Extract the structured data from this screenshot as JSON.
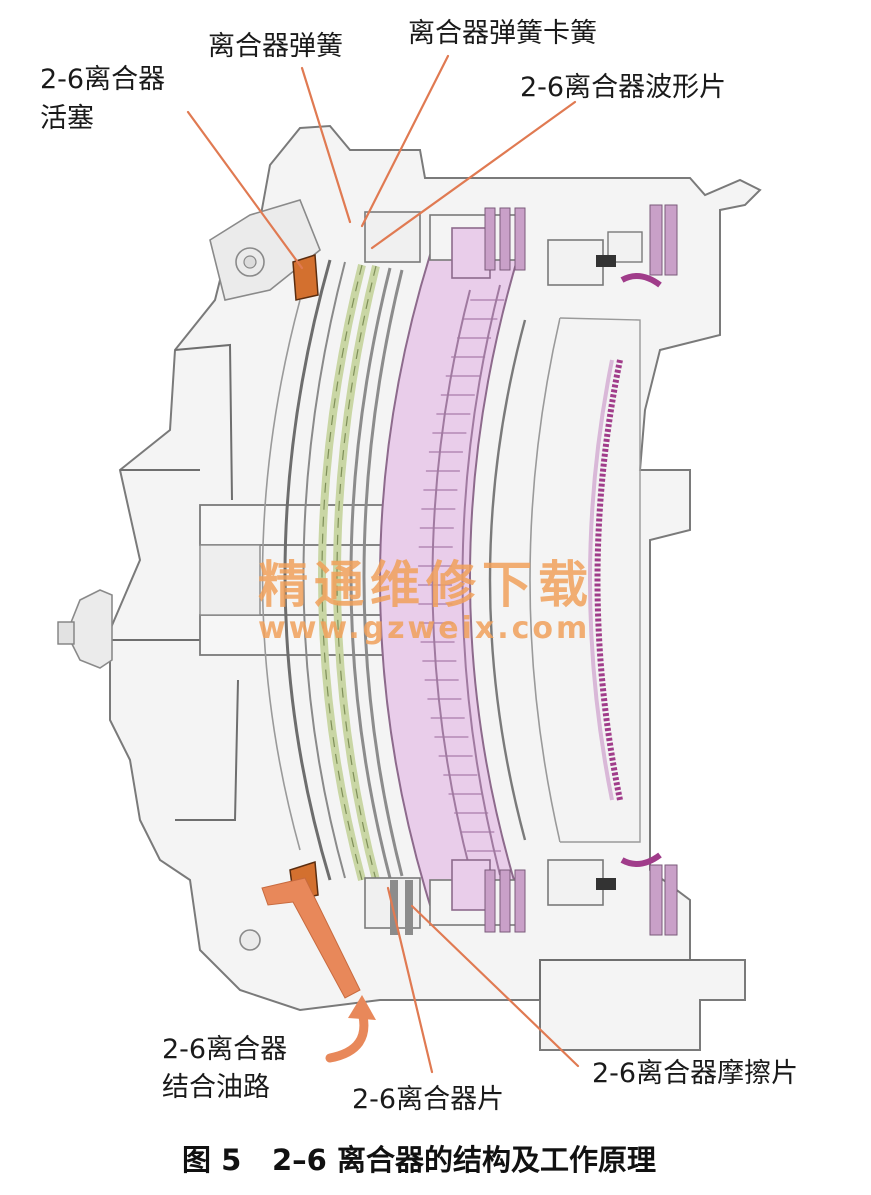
{
  "labels": {
    "clutch_spring": "离合器弹簧",
    "clutch_spring_retainer": "离合器弹簧卡簧",
    "piston_line1": "2-6离合器",
    "piston_line2": "活塞",
    "wave_plate": "2-6离合器波形片",
    "oil_line1": "2-6离合器",
    "oil_line2": "结合油路",
    "clutch_plate": "2-6离合器片",
    "friction_plate": "2-6离合器摩擦片"
  },
  "caption": {
    "figure_number": "图 5",
    "title": "2–6 离合器的结构及工作原理"
  },
  "watermark": {
    "site_name": "精通维修下载",
    "url": "www.gzweix.com"
  },
  "colors": {
    "leader_line": "#e07a52",
    "oil_arrow": "#e8885a",
    "hub_pink": "#e9cdea",
    "plate_green": "#c9d6a4",
    "seal_orange": "#d3702f",
    "seal_magenta": "#a03c8a"
  }
}
